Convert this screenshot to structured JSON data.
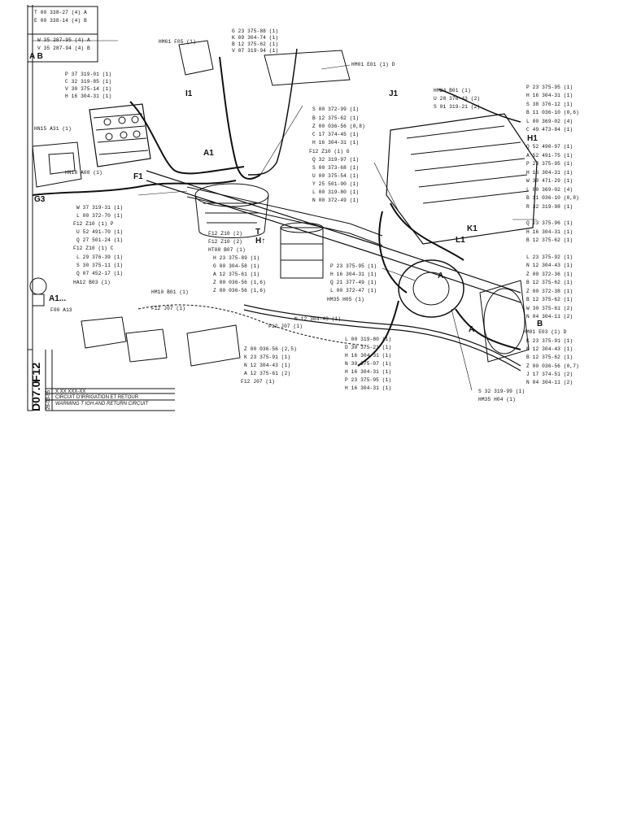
{
  "legend_box": {
    "rows": [
      "T 00 338-27 (4) A",
      "E 00 338-14 (4) B",
      "W 35 287-95 (4) A",
      "V 35 287-94 (4) B"
    ],
    "label": "A B"
  },
  "callouts_top": {
    "hm61": "HM61 F05 (1)",
    "i1": "I1",
    "g23": "G 23 375-88 (1)",
    "k09": "K 09 304-74 (1)",
    "b12": "B 12 375-62 (1)",
    "v07": "V 07 319-94 (1)",
    "hm01": "HM01 E01 (1) D"
  },
  "callouts_left": {
    "p37": "P 37 319-01 (1)",
    "c32": "C 32 319-85 (1)",
    "v30": "V 30 375-14 (1)",
    "h16": "H 16 304-31 (1)",
    "hn15": "HN15 A31 (1)",
    "hn18": "HN18 A08 (1)",
    "f1": "F1",
    "g3": "G3",
    "a1": "A1"
  },
  "callouts_mid": {
    "s00": "S 00 372-99 (1)",
    "b12b": "B 12 375-62 (1)",
    "z00": "Z 00 036-56 (0,8)",
    "c17": "C 17 374-45 (1)",
    "h16b": "H 16 304-31 (1)",
    "f12g": "F12 Z10 (1) G",
    "q32": "Q 32 319-97 (1)",
    "s00b": "S 00 373-68 (1)",
    "u00": "U 00 375-54 (1)",
    "y25": "Y 25 501-90 (1)",
    "l00": "L 00 319-80 (1)",
    "n00": "N 00 372-49 (1)"
  },
  "callouts_lower_left": [
    "W 37 319-31 (1)",
    "L 00 372-70 (1)",
    "F12 Z10 (1) P",
    "U 52 491-70 (1)",
    "Q 27 501-24 (1)",
    "F12 Z10 (1) C",
    "L 29 376-39 (1)",
    "S 30 375-11 (1)",
    "Q 07 452-17 (1)",
    "HA12 B03 (1)"
  ],
  "callouts_center": {
    "f12z10a": "F12 Z10 (2)",
    "f12z10b": "F12 Z10 (2)",
    "t": "T",
    "ht": "H↑",
    "ht08": "HT08 B07 (1)",
    "h23": "H 23 375-89 (1)",
    "g00": "G 00 304-58 (1)",
    "a12": "A 12 375-61 (1)",
    "z00a": "Z 00 036-56 (1,6)",
    "z00b": "Z 00 036-56 (1,6)",
    "p23": "P 23 375-95 (1)",
    "h16": "H 16 304-31 (1)",
    "q21": "Q 21 377-49 (1)",
    "l00": "L 00 372-47 (1)",
    "hm35": "HM35 H05 (1)",
    "hm10": "HM10 B01 (1)",
    "a": "A"
  },
  "callouts_right": [
    "HM24 B01 (1)",
    "U 28 376-43 (2)",
    "S 01 319-21 (2)",
    "J1",
    "P 23 375-95 (1)",
    "H 16 304-31 (1)",
    "S 38 376-12 (1)",
    "B 11 036-10 (0,6)",
    "L 00 369-02 (4)",
    "C 49 473-84 (1)",
    "H1",
    "Q 52 490-97 (1)",
    "A 52 491-75 (1)",
    "P 23 375-95 (1)",
    "H 16 304-31 (1)",
    "W 30 471-29 (1)",
    "L 00 369-02 (4)",
    "B 11 036-10 (0,8)",
    "R 32 319-98 (1)",
    "Q 23 375-96 (1)",
    "H 16 304-31 (1)",
    "B 12 375-62 (1)",
    "L 23 375-92 (1)",
    "N 12 304-43 (1)",
    "Z 00 372-36 (1)",
    "B 12 375-62 (1)",
    "Z 00 372-38 (1)",
    "B 12 375-62 (1)",
    "W 30 375-61 (2)",
    "N 04 304-11 (2)",
    "B",
    "HM01 E03 (1) D",
    "K 23 375-91 (1)",
    "N 12 304-43 (1)",
    "B 12 375-62 (1)",
    "Z 00 036-56 (0,7)",
    "J 17 374-51 (2)",
    "N 04 304-11 (2)",
    "S 32 319-99 (1)",
    "HM35 H04 (1)"
  ],
  "callouts_bottom": [
    "A1...",
    "F00 A13",
    "F12 J07 (1)",
    "N 12 304-43 (1)",
    "F12 J07 (1)",
    "Z 00 036-56 (2,5)",
    "K 23 375-91 (1)",
    "N 12 304-43 (1)",
    "A 12 375-61 (2)",
    "F12 J07 (1)",
    "L 00 319-80 (1)",
    "D 30 375-21 (1)",
    "H 16 304-31 (1)",
    "N 30 375-07 (1)",
    "H 16 304-31 (1)",
    "P 23 375-95 (1)",
    "H 16 304-31 (1)",
    "K1",
    "L1",
    "A"
  ],
  "title_block": {
    "section": "F12",
    "code": "D07.0",
    "date": "26-03-85",
    "ref": "X  XX  XXX-XX",
    "title_fr": "CIRCUIT D'IRRIGATION ET RETOUR",
    "title_en": "WARMING T     IGH AND RETURN CIRCUIT"
  }
}
